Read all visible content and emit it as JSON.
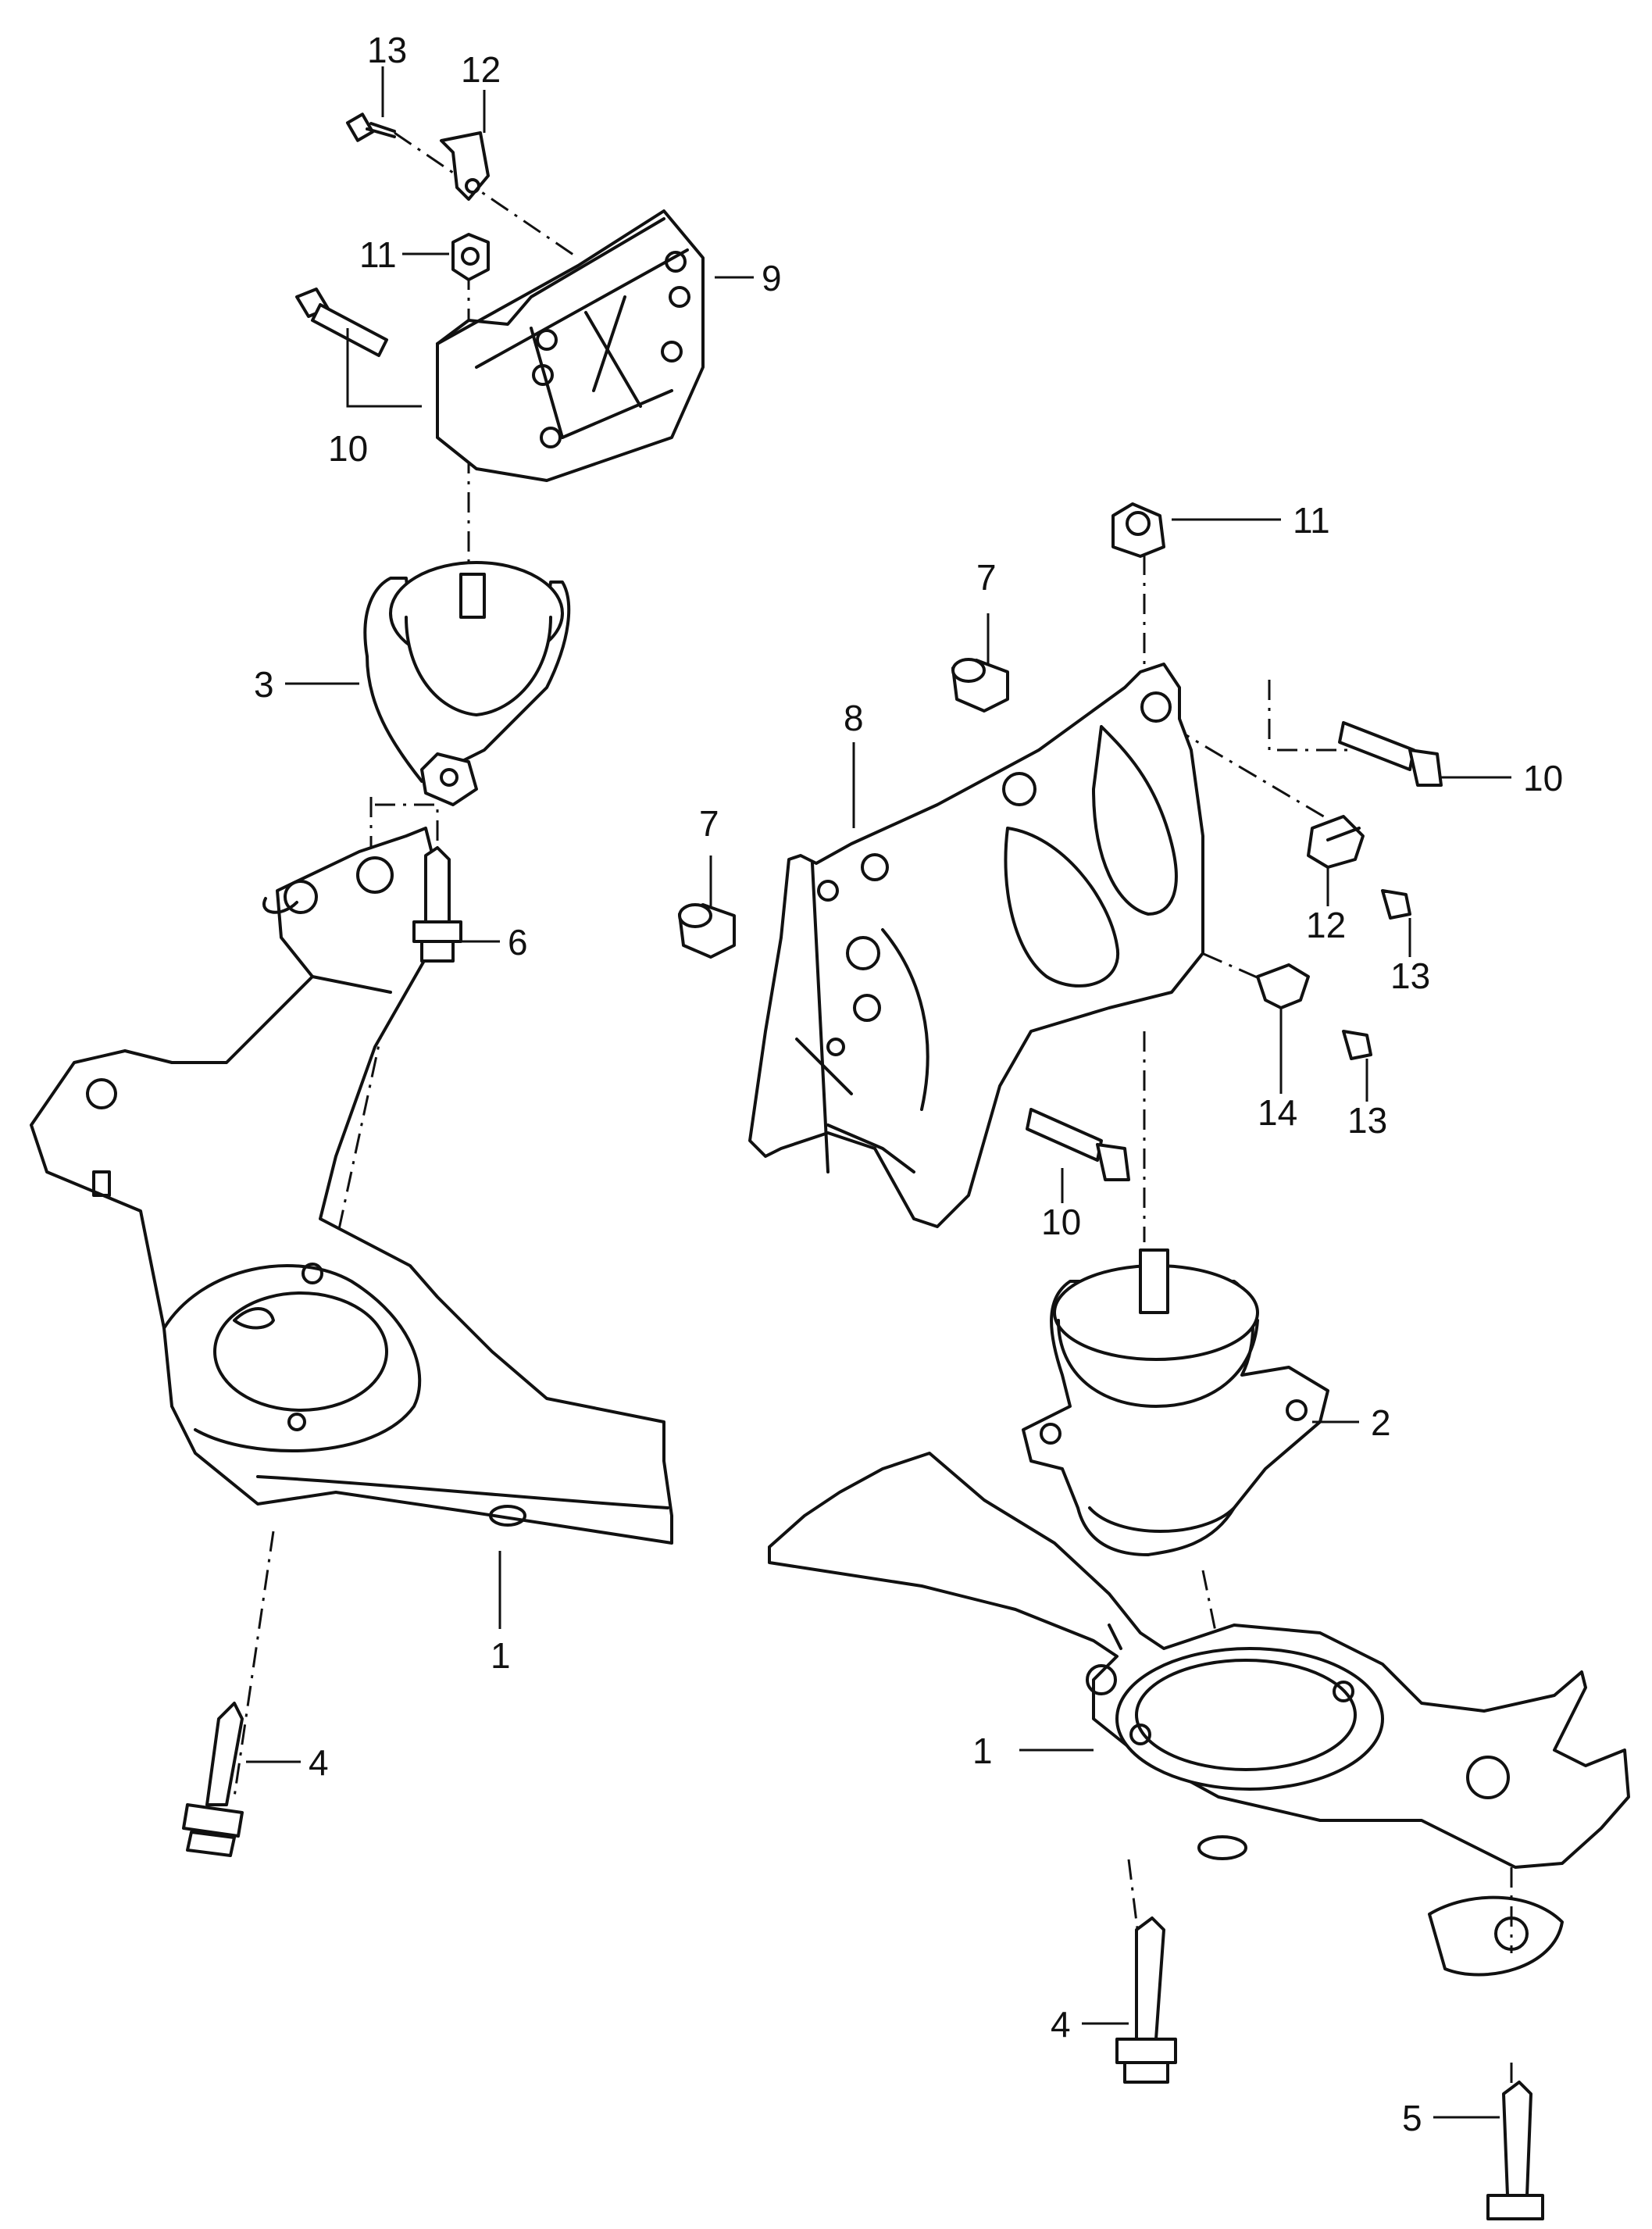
{
  "callouts": {
    "c13_top": "13",
    "c12_top": "12",
    "c11_left": "11",
    "c9": "9",
    "c10_left": "10",
    "c3": "3",
    "c6": "6",
    "c1_left": "1",
    "c4_left": "4",
    "c11_right": "11",
    "c7_upper": "7",
    "c8": "8",
    "c10_right_upper": "10",
    "c7_lower": "7",
    "c12_right": "12",
    "c13_right_upper": "13",
    "c14": "14",
    "c13_right_lower": "13",
    "c10_right_lower": "10",
    "c2": "2",
    "c1_right": "1",
    "c4_right": "4",
    "c5": "5"
  }
}
